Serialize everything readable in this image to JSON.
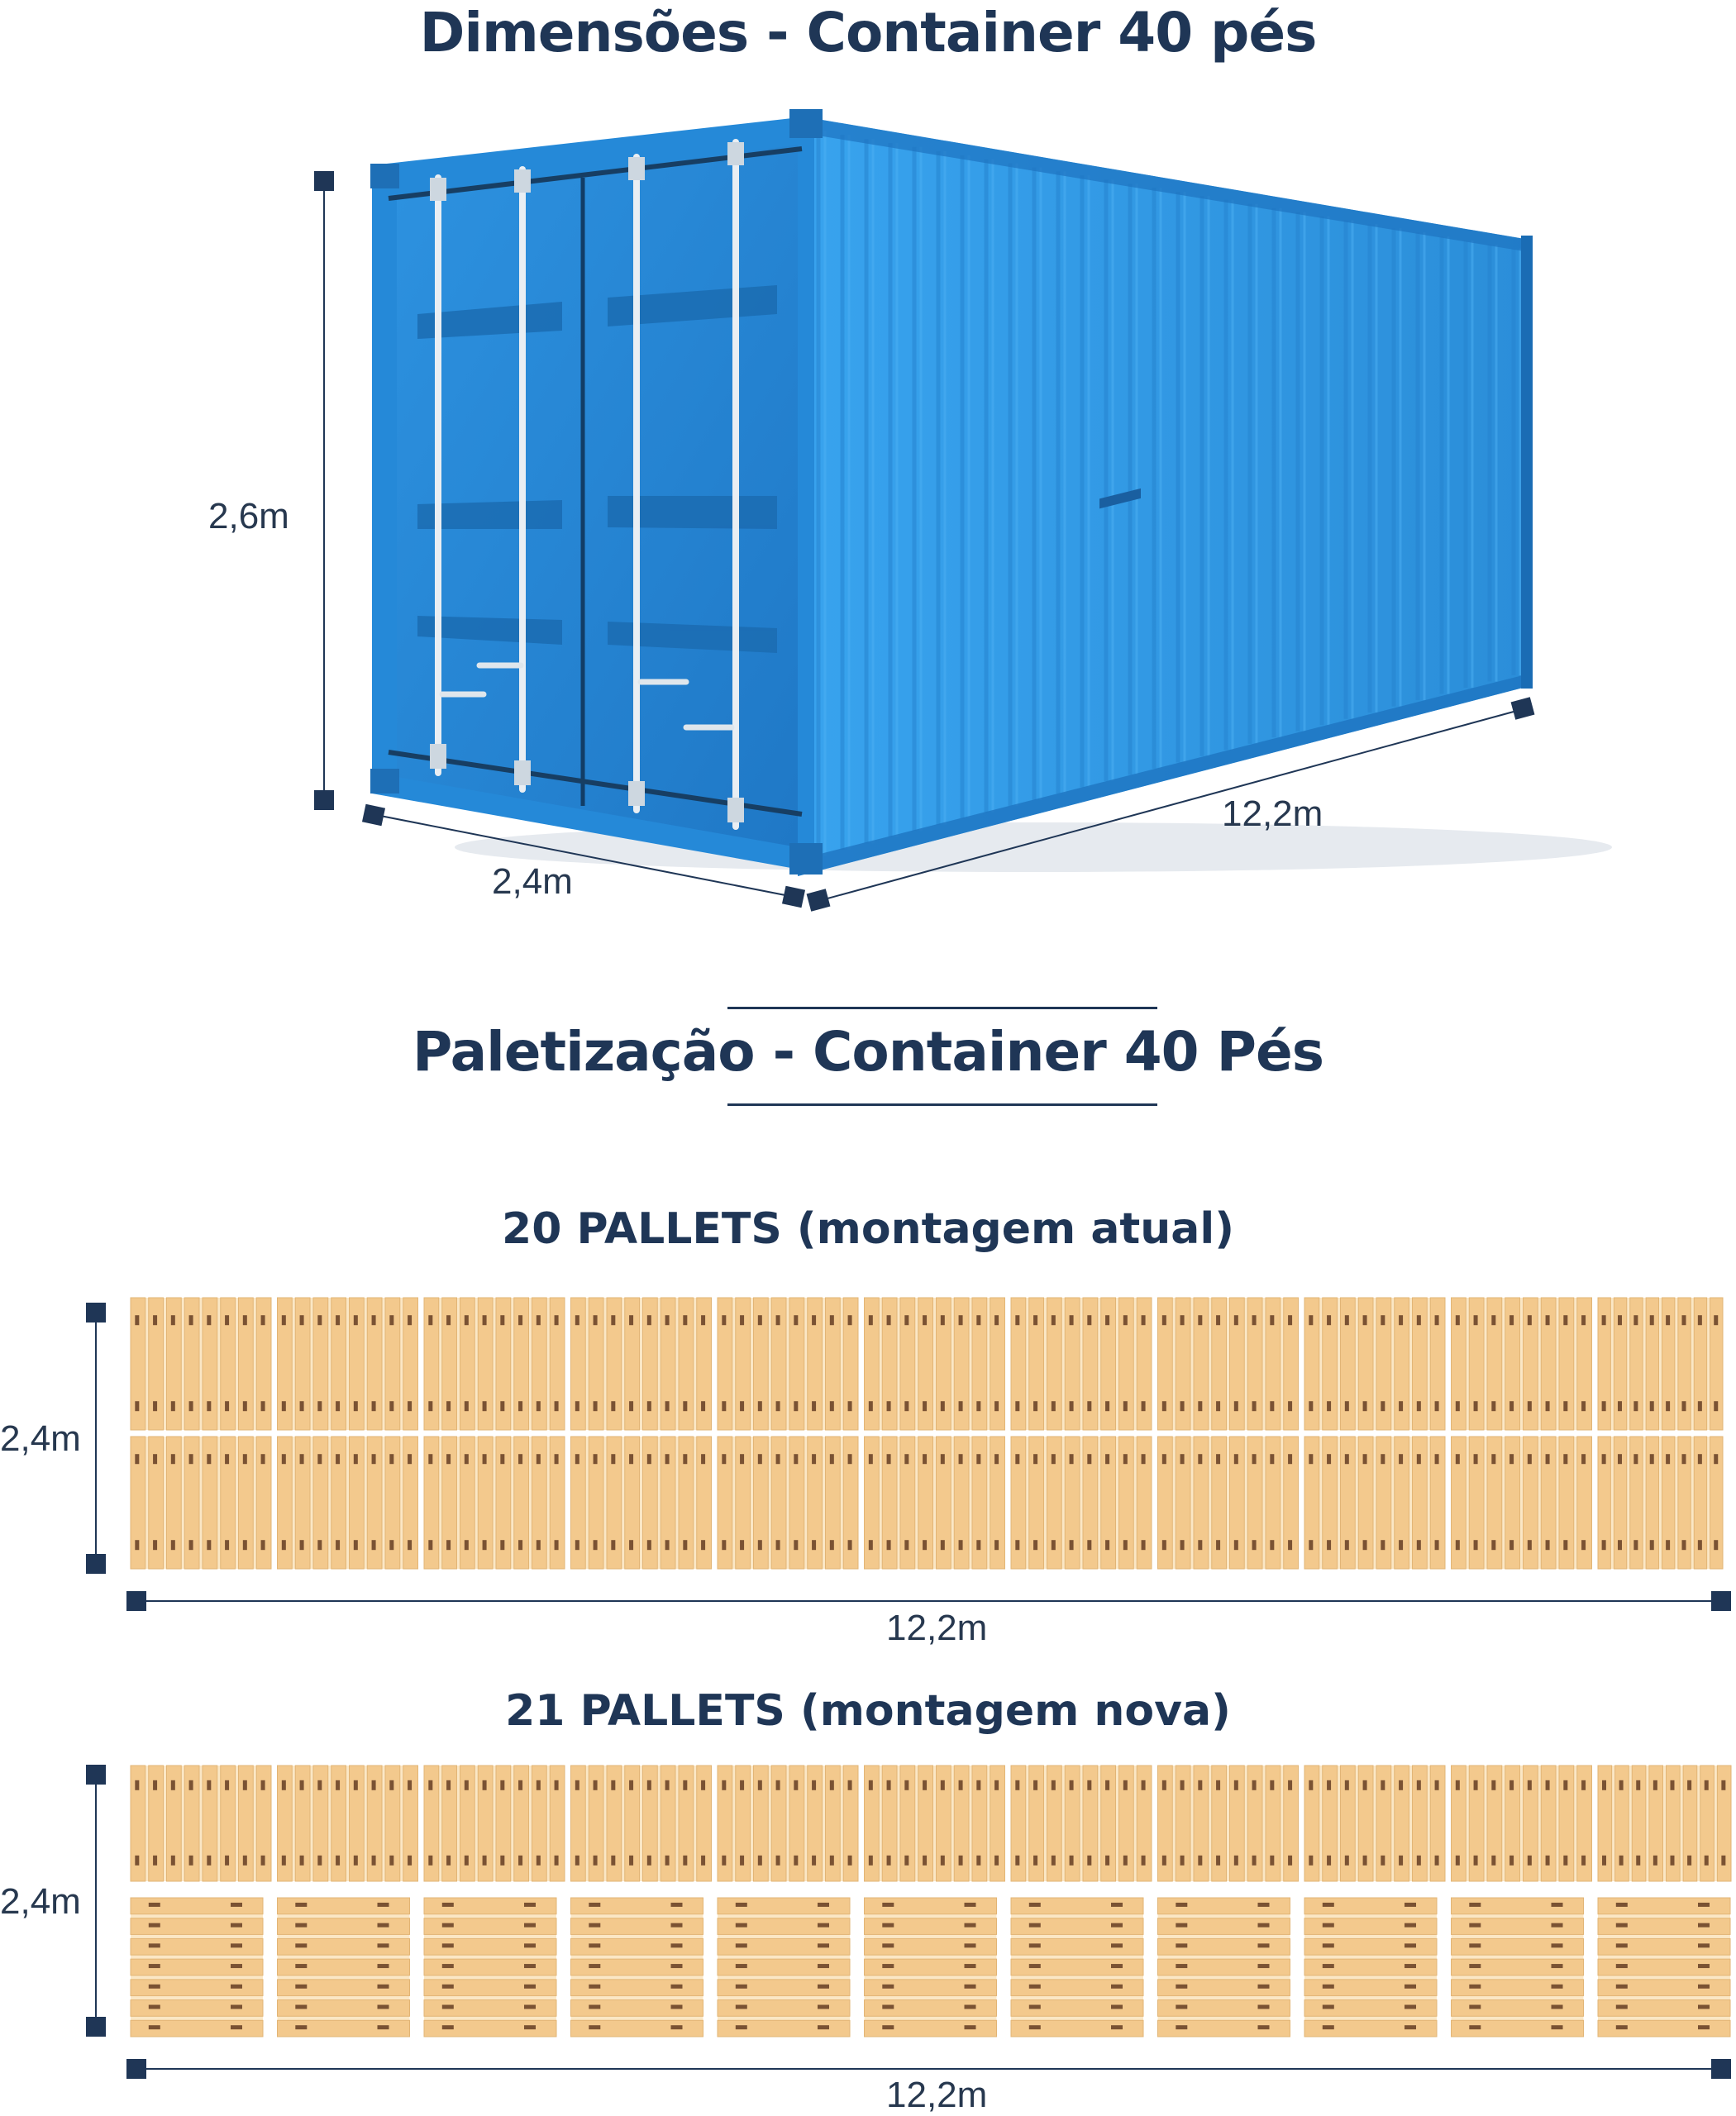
{
  "section_1": {
    "title": "Dimensões - Container 40 pés",
    "height_label": "2,6m",
    "width_label": "2,4m",
    "length_label": "12,2m"
  },
  "section_2": {
    "title": "Paletização - Container 40 Pés",
    "layout_a": {
      "title": "20 PALLETS (montagem atual)",
      "height_label": "2,4m",
      "length_label": "12,2m"
    },
    "layout_b": {
      "title": "21 PALLETS (montagem nova)",
      "height_label": "2,4m",
      "length_label": "12,2m"
    }
  },
  "colors": {
    "navy": "#1f3656",
    "container_blue": "#2f97e4",
    "container_dark": "#1c6fb8",
    "wood": "#f3c98d",
    "wood_dark": "#7a5233"
  }
}
